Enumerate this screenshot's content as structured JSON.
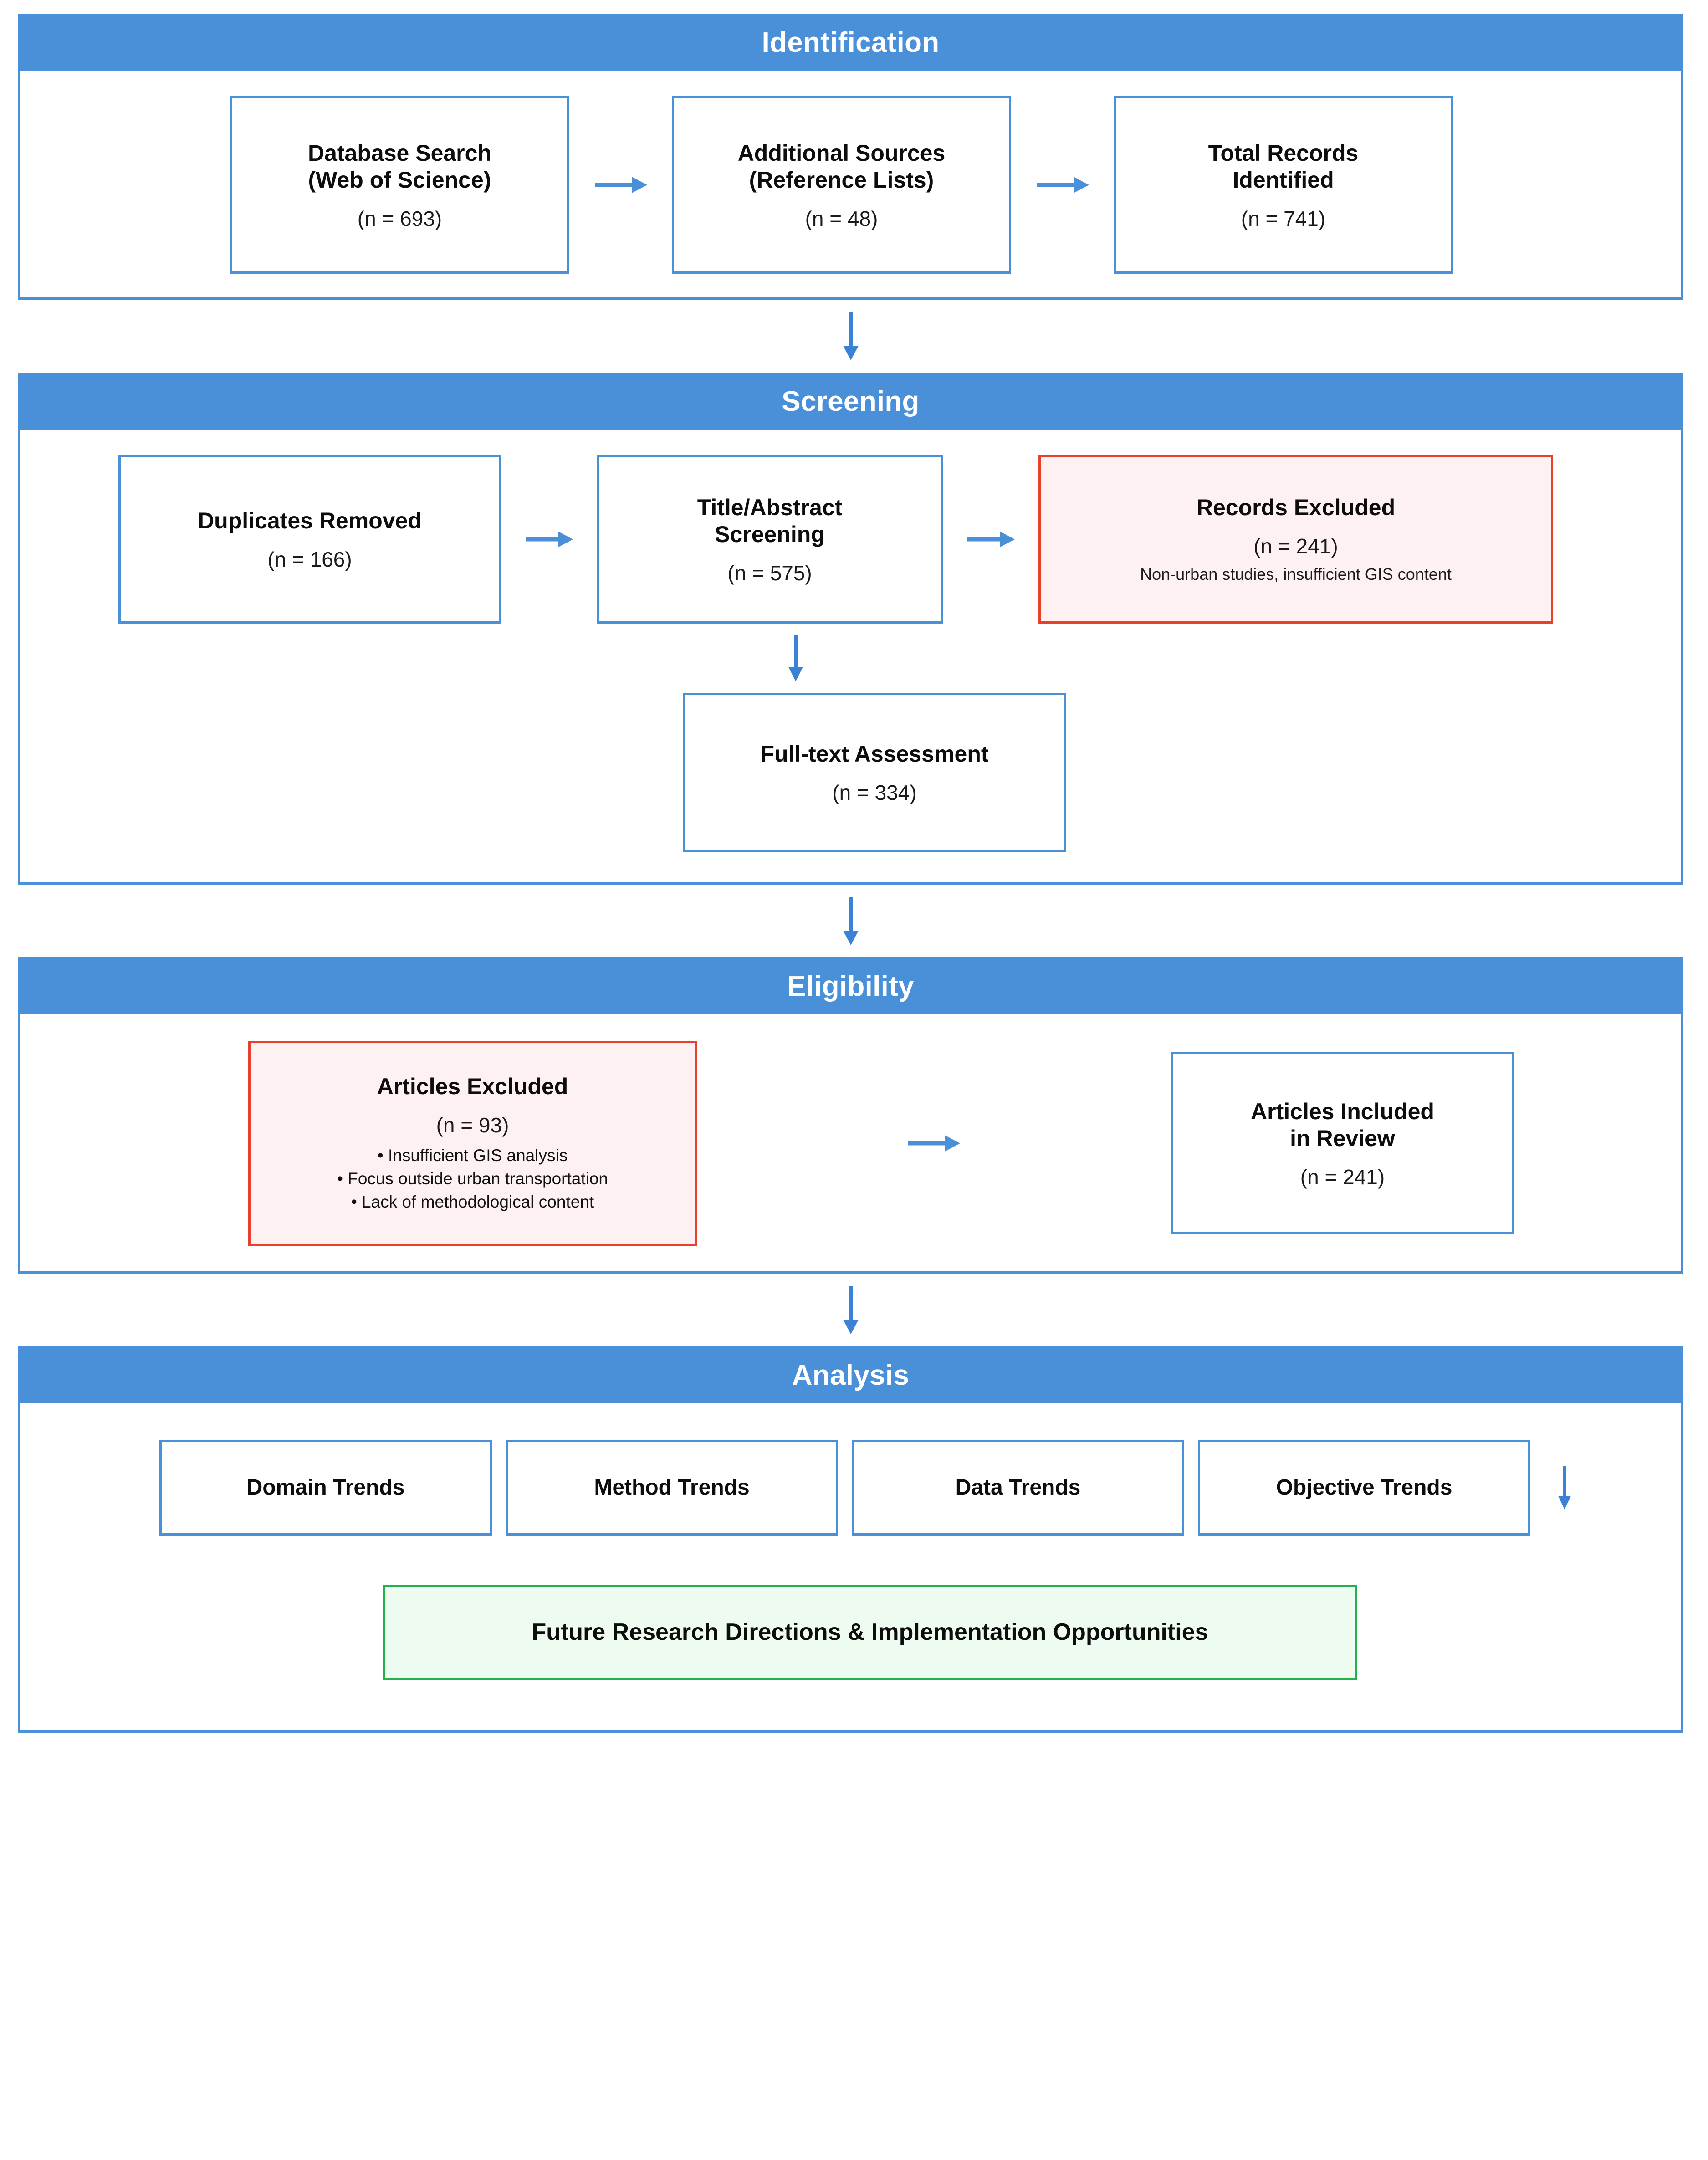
{
  "diagram": {
    "title": "PRISMA Systematic Review Flow Diagram",
    "colors": {
      "section_header_blue": "#4a90d9",
      "node_border_blue": "#4a90d9",
      "excluded_border_red": "#e8402a",
      "excluded_fill_red": "#fdf2f1",
      "future_border_green": "#22b24c",
      "future_fill_green": "#eefbf0",
      "arrow_blue": "#3b82d6",
      "background": "#ffffff"
    }
  },
  "sections": {
    "identification": {
      "header": "Identification",
      "nodes": [
        {
          "title": "Database Search\n(Web of Science)",
          "line1": "Database Search",
          "line2": "(Web of Science)",
          "count": "(n = 693)"
        },
        {
          "title": "Additional Sources\n(Reference Lists)",
          "line1": "Additional Sources",
          "line2": "(Reference Lists)",
          "count": "(n = 48)"
        },
        {
          "title": "Total Records\nIdentified",
          "line1": "Total Records",
          "line2": "Identified",
          "count": "(n = 741)"
        }
      ],
      "arrows": [
        "→",
        "→"
      ]
    },
    "screening": {
      "header": "Screening",
      "duplicates": {
        "line1": "Duplicates Removed",
        "count": "(n = 166)"
      },
      "title_abstract": {
        "line1": "Title/Abstract",
        "line2": "Screening",
        "count": "(n = 575)"
      },
      "records_excluded": {
        "line1": "Records Excluded",
        "count": "(n = 241)",
        "note": "Non-urban studies, insufficient GIS content"
      },
      "full_text": {
        "line1": "Full-text Assessment",
        "count": "(n = 334)"
      },
      "arrows": [
        "→",
        "→"
      ],
      "down_arrow": "↓"
    },
    "eligibility": {
      "header": "Eligibility",
      "articles_excluded": {
        "line1": "Articles Excluded",
        "count": "(n = 93)",
        "bullets": [
          "• Insufficient GIS analysis",
          "• Focus outside urban transportation",
          "• Lack of methodological content"
        ]
      },
      "articles_included": {
        "line1": "Articles Included",
        "line2": "in Review",
        "count": "(n = 241)"
      },
      "arrow": "→"
    },
    "analysis": {
      "header": "Analysis",
      "trends": [
        {
          "label": "Domain Trends"
        },
        {
          "label": "Method Trends"
        },
        {
          "label": "Data Trends"
        },
        {
          "label": "Objective Trends"
        }
      ],
      "down_arrow": "↓",
      "future": {
        "label": "Future Research Directions & Implementation Opportunities"
      }
    }
  },
  "connectors": {
    "identification_to_screening": "↓",
    "screening_to_eligibility": "↓",
    "eligibility_to_analysis": "↓"
  }
}
